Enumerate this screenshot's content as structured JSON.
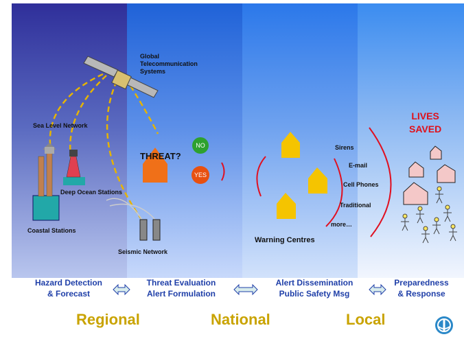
{
  "nodes": {
    "global_telecom": [
      "Global",
      "Telecommunication",
      "Systems"
    ],
    "sea_level_network": "Sea Level Network",
    "deep_ocean_stations": "Deep Ocean Stations",
    "coastal_stations": "Coastal Stations",
    "seismic_network": "Seismic Network",
    "threat": "THREAT?",
    "no": "NO",
    "yes": "YES",
    "warning_centres": "Warning Centres",
    "lives_saved": [
      "LIVES",
      "SAVED"
    ]
  },
  "channels": [
    "Sirens",
    "E-mail",
    "Cell Phones",
    "Traditional",
    "more…"
  ],
  "stages": [
    [
      "Hazard Detection",
      "& Forecast"
    ],
    [
      "Threat Evaluation",
      "Alert Formulation"
    ],
    [
      "Alert Dissemination",
      "Public Safety Msg"
    ],
    [
      "Preparedness",
      "& Response"
    ]
  ],
  "regions": [
    "Regional",
    "National",
    "Local"
  ],
  "colors": {
    "stage_text": "#1f3fa8",
    "region_text": "#c9a300",
    "lives_text": "#e0101a",
    "warning_house": "#f5c400",
    "threat_house": "#f07018",
    "no": "#2ea12e",
    "yes": "#e85010"
  }
}
